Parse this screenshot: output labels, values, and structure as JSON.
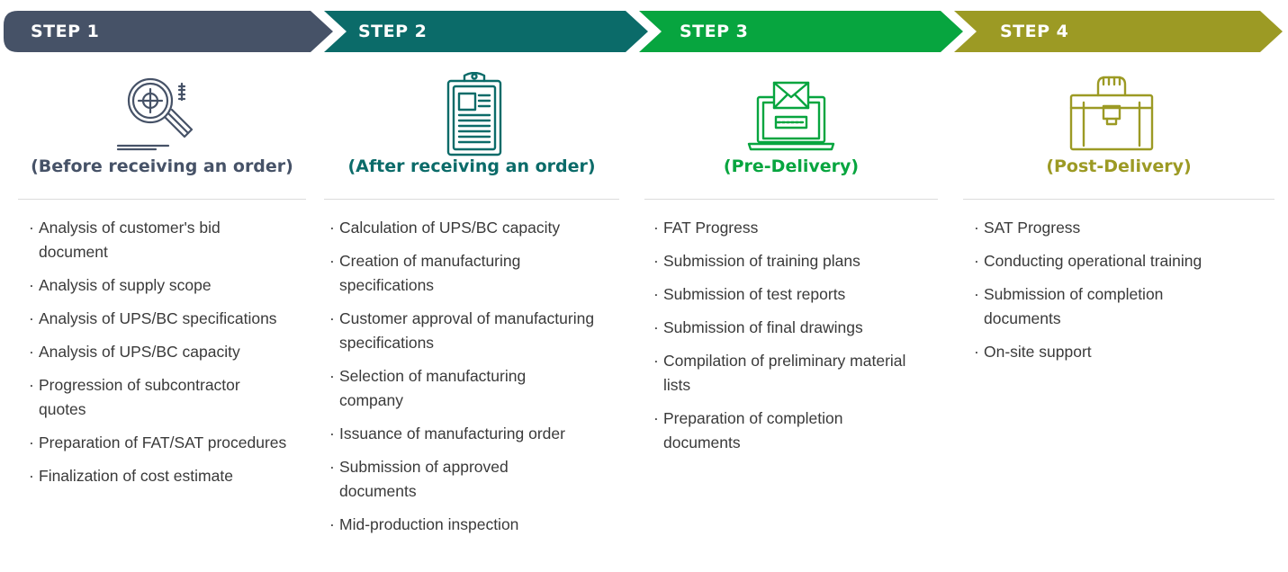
{
  "steps": [
    {
      "label": "STEP 1",
      "color": "#465267",
      "title": "(Before receiving an order)",
      "icon": "magnifier-target-icon",
      "items": [
        "Analysis of customer's bid document",
        "Analysis of supply scope",
        "Analysis of UPS/BC specifications",
        "Analysis of UPS/BC capacity",
        "Progression of subcontractor quotes",
        "Preparation of FAT/SAT procedures",
        "Finalization of cost estimate"
      ]
    },
    {
      "label": "STEP 2",
      "color": "#0b6b69",
      "title": "(After receiving an order)",
      "icon": "clipboard-document-icon",
      "items": [
        "Calculation of UPS/BC capacity",
        "Creation of manufacturing specifications",
        "Customer approval of manufacturing specifications",
        "Selection of manufacturing company",
        "Issuance of manufacturing order",
        "Submission of approved documents",
        "Mid-production inspection"
      ]
    },
    {
      "label": "STEP 3",
      "color": "#07a53f",
      "title": "(Pre-Delivery)",
      "icon": "laptop-mail-icon",
      "items": [
        "FAT Progress",
        "Submission of training plans",
        "Submission of test reports",
        "Submission of final drawings",
        "Compilation of preliminary material lists",
        "Preparation of completion documents"
      ]
    },
    {
      "label": "STEP 4",
      "color": "#9c9a24",
      "title": "(Post-Delivery)",
      "icon": "toolbox-icon",
      "items": [
        "SAT Progress",
        "Conducting operational training",
        "Submission of completion documents",
        "On-site support"
      ]
    }
  ]
}
